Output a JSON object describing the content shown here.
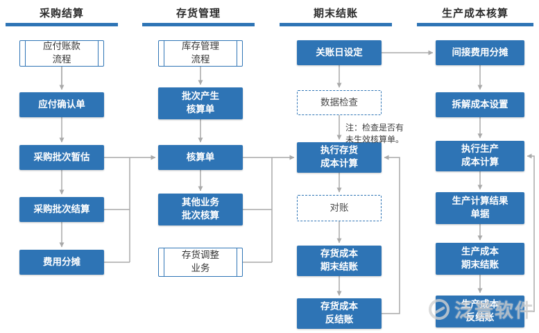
{
  "colors": {
    "primary": "#2e74b5",
    "arrow": "#a9a9a9",
    "header_text": "#2b2b2b"
  },
  "columns": [
    {
      "title": "采购结算",
      "boxes": [
        {
          "label": "应付账款\n流程",
          "style": "process"
        },
        {
          "label": "应付确认单",
          "style": "solid"
        },
        {
          "label": "采购批次暂估",
          "style": "solid"
        },
        {
          "label": "采购批次结算",
          "style": "solid"
        },
        {
          "label": "费用分摊",
          "style": "solid"
        }
      ]
    },
    {
      "title": "存货管理",
      "boxes": [
        {
          "label": "库存管理\n流程",
          "style": "process"
        },
        {
          "label": "批次产生\n核算单",
          "style": "solid"
        },
        {
          "label": "核算单",
          "style": "solid"
        },
        {
          "label": "其他业务\n批次核算",
          "style": "solid"
        },
        {
          "label": "存货调整\n业务",
          "style": "process"
        }
      ]
    },
    {
      "title": "期末结账",
      "boxes": [
        {
          "label": "关账日设定",
          "style": "solid"
        },
        {
          "label": "数据检查",
          "style": "dashed"
        },
        {
          "label": "执行存货\n成本计算",
          "style": "solid"
        },
        {
          "label": "对账",
          "style": "dashed"
        },
        {
          "label": "存货成本\n期末结账",
          "style": "solid"
        },
        {
          "label": "存货成本\n反结账",
          "style": "solid"
        }
      ]
    },
    {
      "title": "生产成本核算",
      "boxes": [
        {
          "label": "间接费用分摊",
          "style": "solid"
        },
        {
          "label": "拆解成本设置",
          "style": "solid"
        },
        {
          "label": "执行生产\n成本计算",
          "style": "solid"
        },
        {
          "label": "生产计算结果\n单据",
          "style": "solid"
        },
        {
          "label": "生产成本\n期末结账",
          "style": "solid"
        },
        {
          "label": "生产成本\n反结账",
          "style": "solid"
        }
      ]
    }
  ],
  "note": "注：检查是否有\n未生效核算单。",
  "watermark": "泛普软件"
}
